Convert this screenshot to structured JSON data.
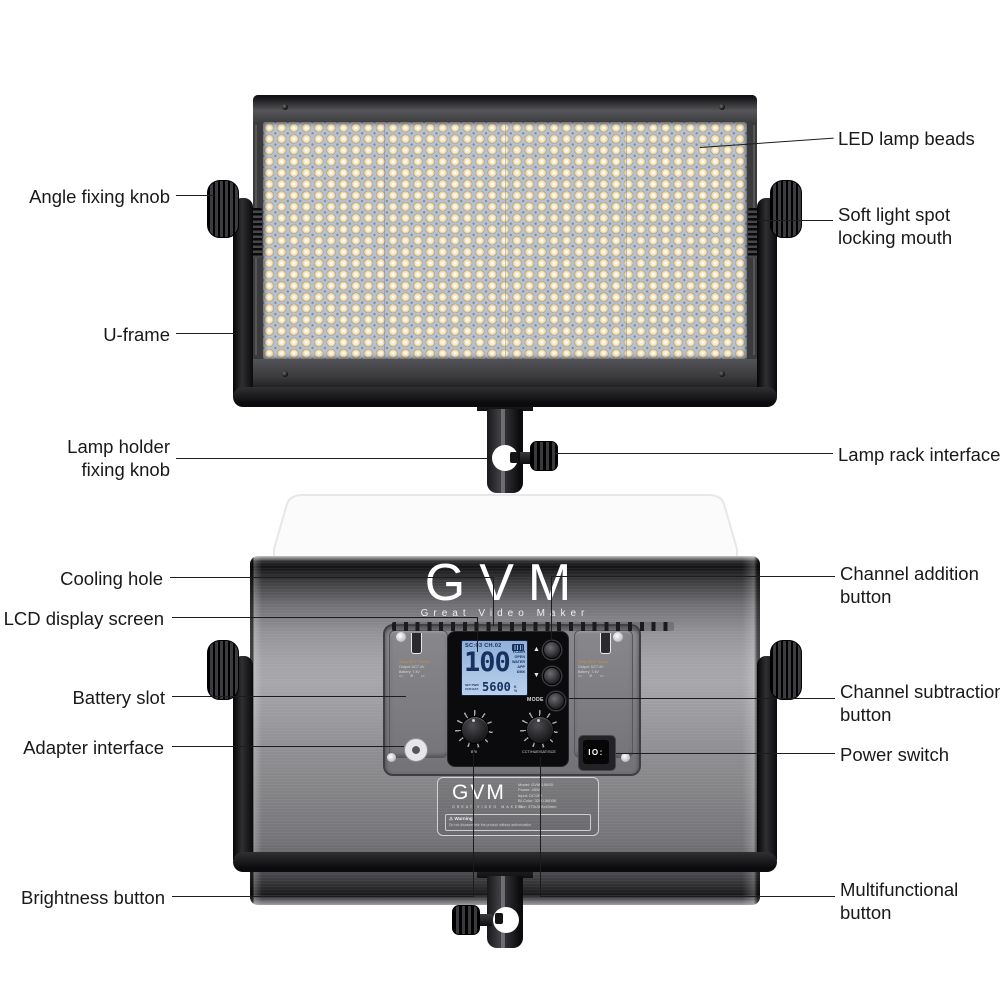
{
  "callouts": {
    "angle_fixing_knob": "Angle fixing knob",
    "u_frame": "U-frame",
    "lamp_holder_fixing_knob_line1": "Lamp holder",
    "lamp_holder_fixing_knob_line2": "fixing knob",
    "led_lamp_beads": "LED lamp beads",
    "soft_light_spot_line1": "Soft light spot",
    "soft_light_spot_line2": "locking mouth",
    "lamp_rack_interface": "Lamp rack interface",
    "cooling_hole": "Cooling hole",
    "lcd_display_screen": "LCD display screen",
    "battery_slot": "Battery slot",
    "adapter_interface": "Adapter interface",
    "brightness_button": "Brightness button",
    "channel_addition_line1": "Channel addition",
    "channel_addition_line2": "button",
    "channel_subtraction_line1": "Channel subtraction",
    "channel_subtraction_line2": "button",
    "power_switch": "Power switch",
    "multifunctional_line1": "Multifunctional",
    "multifunctional_line2": "button"
  },
  "device": {
    "logo": "GVM",
    "tagline": "Great Video Maker",
    "lcd": {
      "scene_channel": "SC:03 CH.02",
      "brightness_value": "100",
      "color_temp": "5600",
      "unit_k": "K",
      "unit_pct": "%",
      "modes": [
        "FLASH",
        "OPEN",
        "WATER",
        "APP",
        "DMX"
      ],
      "status_line1": "SET PWR",
      "status_line2": "CUR BAT"
    },
    "buttons": {
      "up_symbol": "▲",
      "down_symbol": "▼",
      "mode_label": "MODE"
    },
    "knobs": {
      "left_label": "BRI",
      "right_label": "CCT/HUE/SAT/SCE"
    },
    "power_switch_marks": "IO:",
    "battery_plate": {
      "heading": "Sony NP-F Series",
      "line1": "Output: DC7.4V",
      "line2": "Battery: 7.4V",
      "symbols": "▭ ⊕ ▭"
    },
    "name_plate": {
      "logo": "GVM",
      "tagline": "GREAT VIDEO MAKER",
      "specs": [
        "Model: GVM-1500D",
        "Power: 45W",
        "Input: DC15V",
        "Bi-Color: 3200-5600K",
        "Size: 375x365x40mm"
      ],
      "warning_title": "⚠ Warning",
      "warning_text": "Do not disassemble the product without authorization"
    }
  }
}
